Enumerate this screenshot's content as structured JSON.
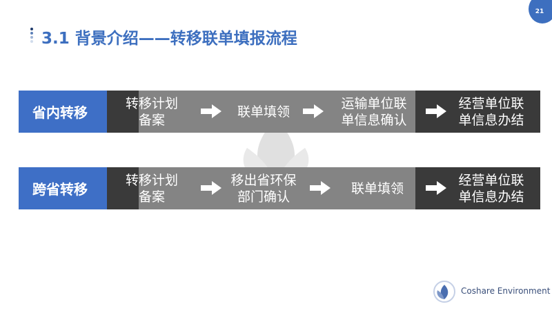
{
  "page_number": "21",
  "title": "3.1 背景介绍——转移联单填报流程",
  "rows": [
    {
      "label": "省内转移",
      "steps": [
        "转移计划\n备案",
        "联单填领",
        "运输单位联\n单信息确认",
        "经营单位联\n单信息办结"
      ]
    },
    {
      "label": "跨省转移",
      "steps": [
        "转移计划\n备案",
        "移出省环保\n部门确认",
        "联单填领",
        "经营单位联\n单信息办结"
      ]
    }
  ],
  "brand": "Coshare Environment",
  "colors": {
    "accent": "#3e6fc6",
    "dark": "#3a3a3a",
    "mid": "#848484"
  }
}
